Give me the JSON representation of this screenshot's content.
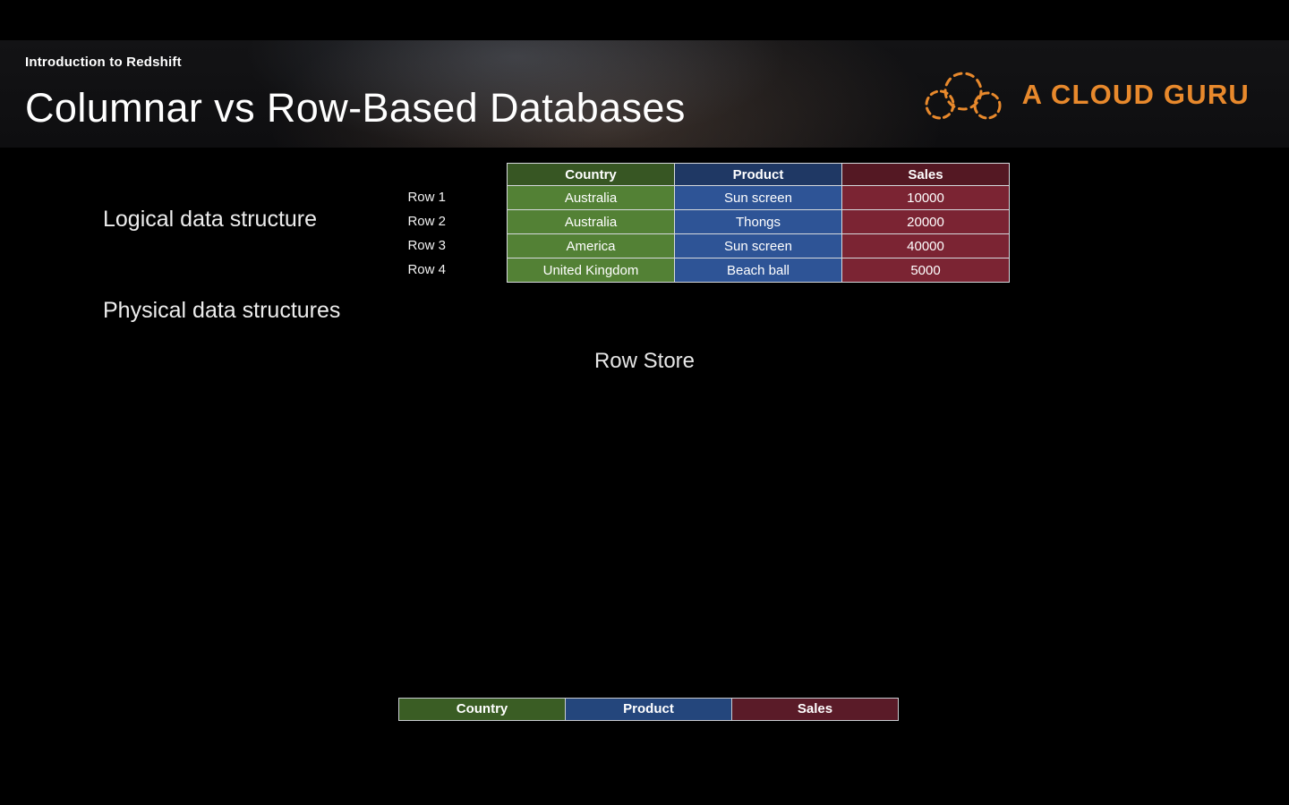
{
  "header": {
    "course_title": "Introduction to Redshift",
    "slide_title": "Columnar vs Row-Based Databases",
    "brand": "A CLOUD GURU"
  },
  "content": {
    "logical_label": "Logical data structure",
    "physical_label": "Physical data structures",
    "row_store_label": "Row Store",
    "table": {
      "columns": [
        "Country",
        "Product",
        "Sales"
      ],
      "row_labels": [
        "Row 1",
        "Row 2",
        "Row 3",
        "Row 4"
      ],
      "rows": [
        [
          "Australia",
          "Sun screen",
          "10000"
        ],
        [
          "Australia",
          "Thongs",
          "20000"
        ],
        [
          "America",
          "Sun screen",
          "40000"
        ],
        [
          "United Kingdom",
          "Beach ball",
          "5000"
        ]
      ]
    },
    "bottom_headers": [
      "Country",
      "Product",
      "Sales"
    ]
  },
  "colors": {
    "country_header": "#375623",
    "country_cell": "#538135",
    "product_header": "#1F3864",
    "product_cell": "#2E5496",
    "sales_header": "#541823",
    "sales_cell": "#7B2433",
    "brand_orange": "#E8892C"
  }
}
